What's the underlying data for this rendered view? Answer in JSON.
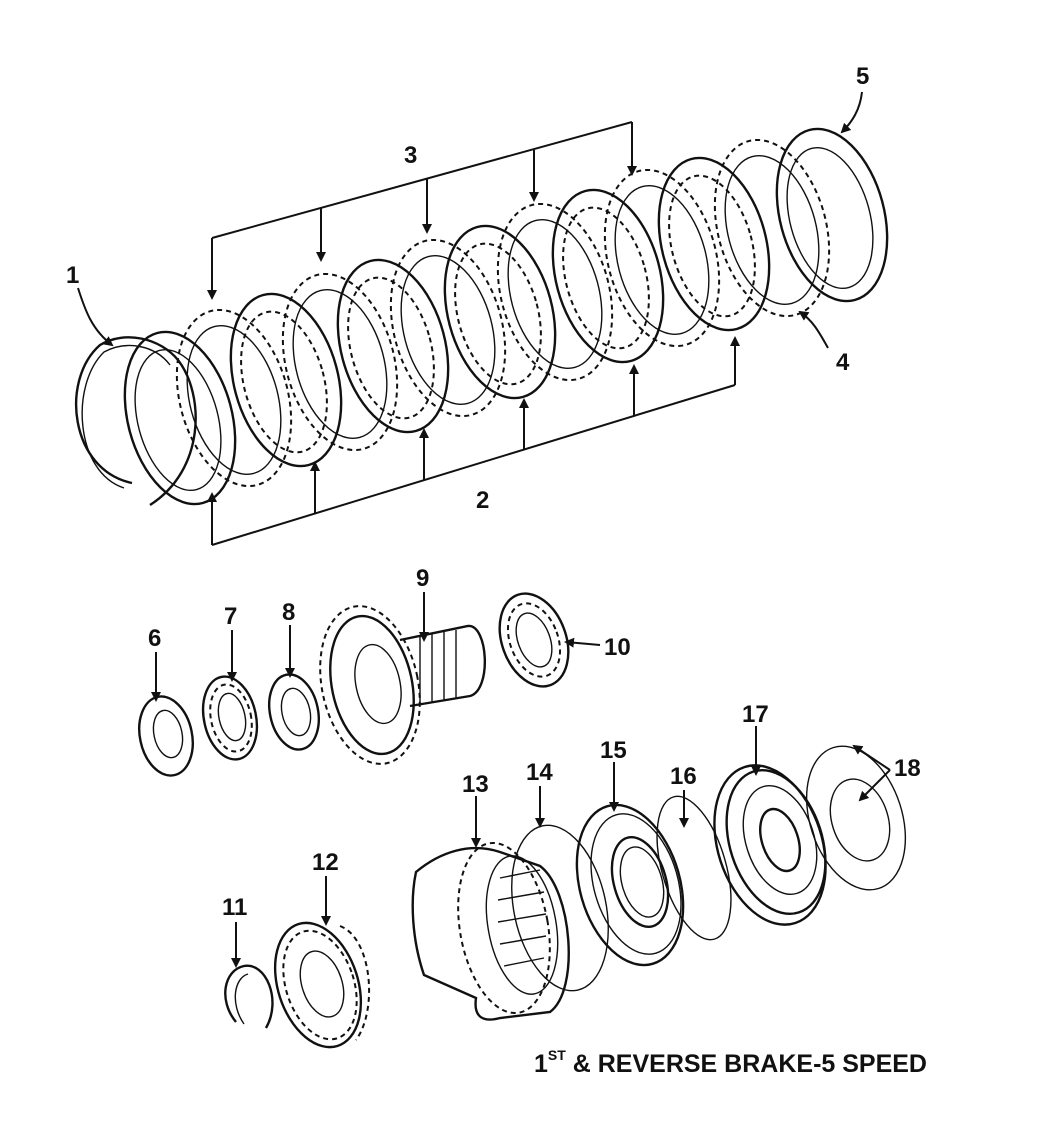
{
  "callouts": [
    "1",
    "2",
    "3",
    "4",
    "5",
    "6",
    "7",
    "8",
    "9",
    "10",
    "11",
    "12",
    "13",
    "14",
    "15",
    "16",
    "17",
    "18"
  ],
  "caption": {
    "prefix": "1",
    "superscript": "ST",
    "rest": " & REVERSE BRAKE-5 SPEED"
  }
}
